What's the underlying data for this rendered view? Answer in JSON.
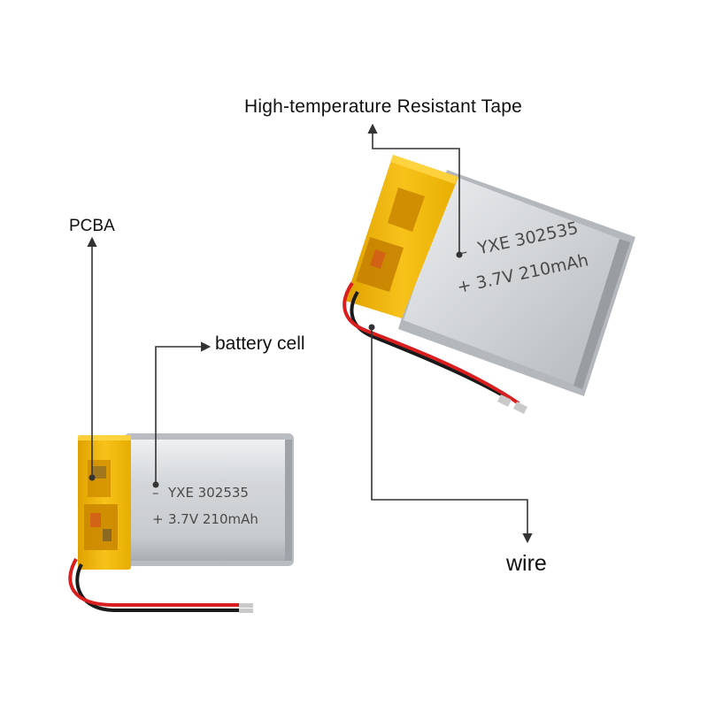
{
  "callouts": {
    "tape": "High-temperature Resistant Tape",
    "pcba": "PCBA",
    "cell": "battery cell",
    "wire": "wire"
  },
  "battery_print": {
    "minus": "–",
    "plus": "+",
    "model": "YXE 302535",
    "rating": "3.7V 210mAh"
  },
  "colors": {
    "tape": "#f2b800",
    "cell": "#d6d9dc",
    "wire_red": "#d81e1e",
    "wire_black": "#1a1a1a",
    "callout_line": "#333333"
  }
}
